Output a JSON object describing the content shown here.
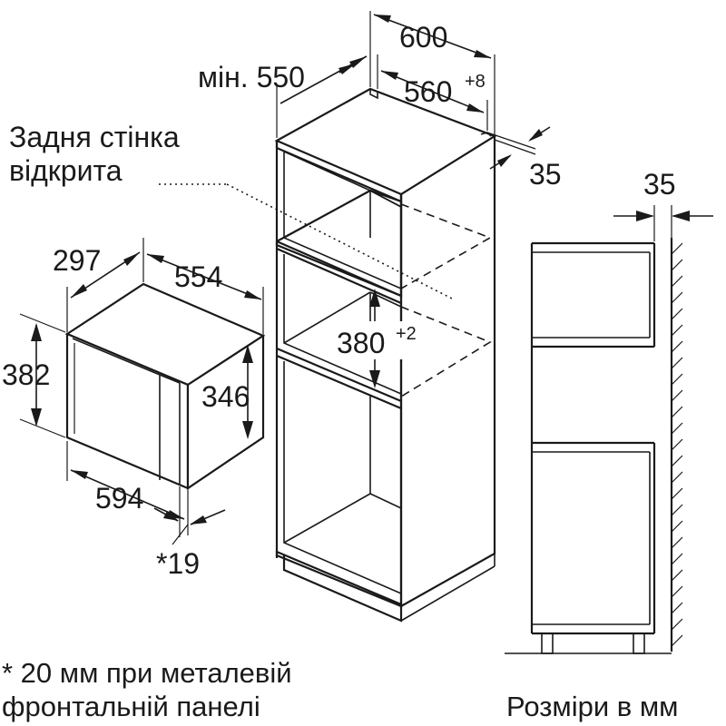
{
  "labels": {
    "width_600": "600",
    "min_550": "мін. 550",
    "width_560": "560",
    "width_560_tol": "+8",
    "depth_35_top": "35",
    "back_wall_line1": "Задня стінка",
    "back_wall_line2": "відкрита",
    "depth_297": "297",
    "width_554": "554",
    "height_382": "382",
    "height_346": "346",
    "width_594": "594",
    "front_19": "*19",
    "niche_380": "380",
    "niche_380_tol": "+2",
    "side_35": "35",
    "footnote_line1": "* 20 мм при металевій",
    "footnote_line2": "фронтальній панелі",
    "units": "Розміри в мм"
  }
}
